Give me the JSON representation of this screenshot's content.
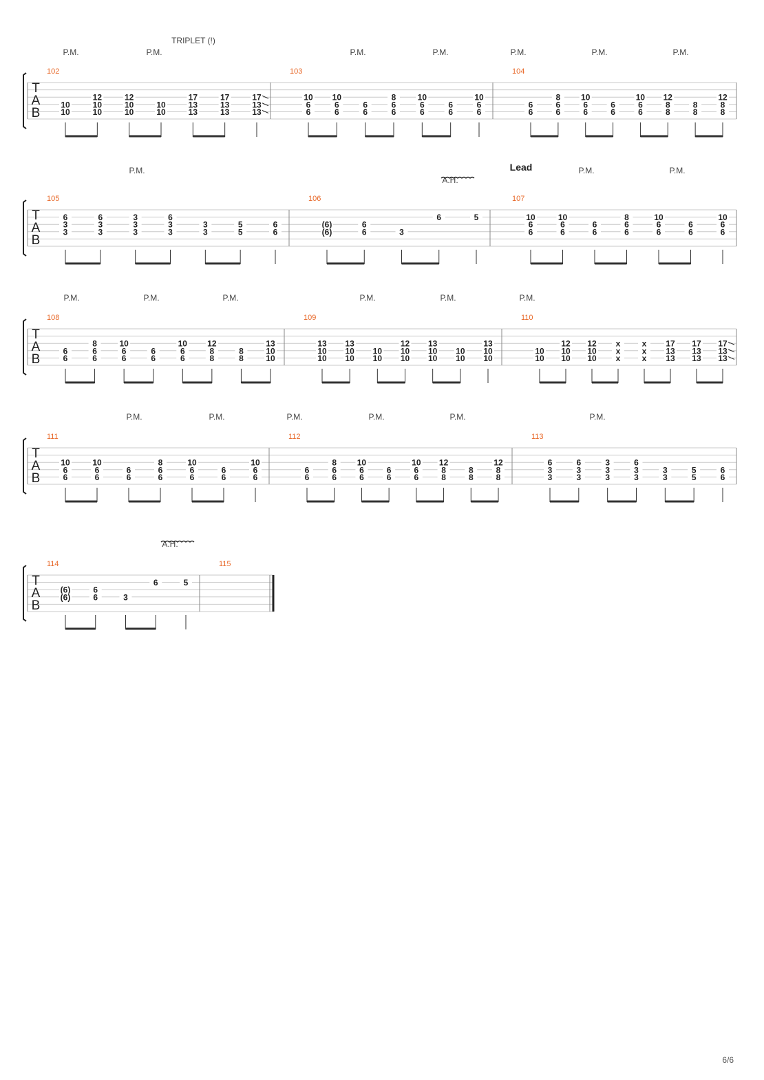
{
  "page": {
    "number_label": "6/6"
  },
  "tab_label": [
    "T",
    "A",
    "B"
  ],
  "systems": [
    {
      "bars": [
        {
          "number": "102",
          "pm": [
            "P.M.",
            "P.M."
          ],
          "annotation": "TRIPLET (!)",
          "notes": [
            {
              "frets": {
                "4": "10",
                "5": "10"
              }
            },
            {
              "frets": {
                "3": "12",
                "4": "10",
                "5": "10"
              }
            },
            {
              "frets": {
                "3": "12",
                "4": "10",
                "5": "10"
              }
            },
            {
              "frets": {
                "4": "10",
                "5": "10"
              }
            },
            {
              "frets": {
                "3": "17",
                "4": "13",
                "5": "13"
              }
            },
            {
              "frets": {
                "3": "17",
                "4": "13",
                "5": "13"
              }
            },
            {
              "frets": {
                "3": "17",
                "4": "13",
                "5": "13"
              },
              "slide": true
            }
          ]
        },
        {
          "number": "103",
          "pm": [
            "P.M.",
            "P.M."
          ],
          "notes": [
            {
              "frets": {
                "3": "10",
                "4": "6",
                "5": "6"
              }
            },
            {
              "frets": {
                "3": "10",
                "4": "6",
                "5": "6"
              }
            },
            {
              "frets": {
                "4": "6",
                "5": "6"
              }
            },
            {
              "frets": {
                "3": "8",
                "4": "6",
                "5": "6"
              }
            },
            {
              "frets": {
                "3": "10",
                "4": "6",
                "5": "6"
              }
            },
            {
              "frets": {
                "4": "6",
                "5": "6"
              }
            },
            {
              "frets": {
                "3": "10",
                "4": "6",
                "5": "6"
              }
            }
          ]
        },
        {
          "number": "104",
          "pm": [
            "P.M.",
            "P.M.",
            "P.M."
          ],
          "notes": [
            {
              "frets": {
                "4": "6",
                "5": "6"
              }
            },
            {
              "frets": {
                "3": "8",
                "4": "6",
                "5": "6"
              }
            },
            {
              "frets": {
                "3": "10",
                "4": "6",
                "5": "6"
              }
            },
            {
              "frets": {
                "4": "6",
                "5": "6"
              }
            },
            {
              "frets": {
                "3": "10",
                "4": "6",
                "5": "6"
              }
            },
            {
              "frets": {
                "3": "12",
                "4": "8",
                "5": "8"
              }
            },
            {
              "frets": {
                "4": "8",
                "5": "8"
              }
            },
            {
              "frets": {
                "3": "12",
                "4": "8",
                "5": "8"
              }
            }
          ]
        }
      ]
    },
    {
      "bars": [
        {
          "number": "105",
          "pm": [
            "P.M."
          ],
          "notes": [
            {
              "frets": {
                "2": "6",
                "3": "3",
                "4": "3"
              }
            },
            {
              "frets": {
                "2": "6",
                "3": "3",
                "4": "3"
              }
            },
            {
              "frets": {
                "2": "3",
                "3": "3",
                "4": "3"
              }
            },
            {
              "frets": {
                "2": "6",
                "3": "3",
                "4": "3"
              }
            },
            {
              "frets": {
                "3": "3",
                "4": "3"
              }
            },
            {
              "frets": {
                "3": "5",
                "4": "5"
              }
            },
            {
              "frets": {
                "3": "6",
                "4": "6"
              }
            }
          ]
        },
        {
          "number": "106",
          "annotation": "A.H.",
          "notes": [
            {
              "frets": {
                "3": "(6)",
                "4": "(6)"
              }
            },
            {
              "frets": {
                "3": "6",
                "4": "6"
              }
            },
            {
              "frets": {
                "4": "3"
              }
            },
            {
              "frets": {
                "2": "6"
              }
            },
            {
              "frets": {
                "2": "5"
              }
            }
          ]
        },
        {
          "number": "107",
          "pm": [
            "P.M.",
            "P.M."
          ],
          "section": "Lead",
          "notes": [
            {
              "frets": {
                "2": "10",
                "3": "6",
                "4": "6"
              }
            },
            {
              "frets": {
                "2": "10",
                "3": "6",
                "4": "6"
              }
            },
            {
              "frets": {
                "3": "6",
                "4": "6"
              }
            },
            {
              "frets": {
                "2": "8",
                "3": "6",
                "4": "6"
              }
            },
            {
              "frets": {
                "2": "10",
                "3": "6",
                "4": "6"
              }
            },
            {
              "frets": {
                "3": "6",
                "4": "6"
              }
            },
            {
              "frets": {
                "2": "10",
                "3": "6",
                "4": "6"
              }
            }
          ]
        }
      ]
    },
    {
      "bars": [
        {
          "number": "108",
          "pm": [
            "P.M.",
            "P.M.",
            "P.M."
          ],
          "notes": [
            {
              "frets": {
                "4": "6",
                "5": "6"
              }
            },
            {
              "frets": {
                "3": "8",
                "4": "6",
                "5": "6"
              }
            },
            {
              "frets": {
                "3": "10",
                "4": "6",
                "5": "6"
              }
            },
            {
              "frets": {
                "4": "6",
                "5": "6"
              }
            },
            {
              "frets": {
                "3": "10",
                "4": "6",
                "5": "6"
              }
            },
            {
              "frets": {
                "3": "12",
                "4": "8",
                "5": "8"
              }
            },
            {
              "frets": {
                "4": "8",
                "5": "8"
              }
            },
            {
              "frets": {
                "3": "13",
                "4": "10",
                "5": "10"
              }
            }
          ]
        },
        {
          "number": "109",
          "pm": [
            "P.M.",
            "P.M."
          ],
          "notes": [
            {
              "frets": {
                "3": "13",
                "4": "10",
                "5": "10"
              }
            },
            {
              "frets": {
                "3": "13",
                "4": "10",
                "5": "10"
              }
            },
            {
              "frets": {
                "4": "10",
                "5": "10"
              }
            },
            {
              "frets": {
                "3": "12",
                "4": "10",
                "5": "10"
              }
            },
            {
              "frets": {
                "3": "13",
                "4": "10",
                "5": "10"
              }
            },
            {
              "frets": {
                "4": "10",
                "5": "10"
              }
            },
            {
              "frets": {
                "3": "13",
                "4": "10",
                "5": "10"
              }
            }
          ]
        },
        {
          "number": "110",
          "pm": [
            "P.M."
          ],
          "notes": [
            {
              "frets": {
                "4": "10",
                "5": "10"
              }
            },
            {
              "frets": {
                "3": "12",
                "4": "10",
                "5": "10"
              }
            },
            {
              "frets": {
                "3": "12",
                "4": "10",
                "5": "10"
              }
            },
            {
              "frets": {
                "3": "x",
                "4": "x",
                "5": "x"
              }
            },
            {
              "frets": {
                "3": "x",
                "4": "x",
                "5": "x"
              }
            },
            {
              "frets": {
                "3": "17",
                "4": "13",
                "5": "13"
              }
            },
            {
              "frets": {
                "3": "17",
                "4": "13",
                "5": "13"
              }
            },
            {
              "frets": {
                "3": "17",
                "4": "13",
                "5": "13"
              },
              "slide": true
            }
          ]
        }
      ]
    },
    {
      "bars": [
        {
          "number": "111",
          "pm": [
            "P.M.",
            "P.M."
          ],
          "notes": [
            {
              "frets": {
                "3": "10",
                "4": "6",
                "5": "6"
              }
            },
            {
              "frets": {
                "3": "10",
                "4": "6",
                "5": "6"
              }
            },
            {
              "frets": {
                "4": "6",
                "5": "6"
              }
            },
            {
              "frets": {
                "3": "8",
                "4": "6",
                "5": "6"
              }
            },
            {
              "frets": {
                "3": "10",
                "4": "6",
                "5": "6"
              }
            },
            {
              "frets": {
                "4": "6",
                "5": "6"
              }
            },
            {
              "frets": {
                "3": "10",
                "4": "6",
                "5": "6"
              }
            }
          ]
        },
        {
          "number": "112",
          "pm": [
            "P.M.",
            "P.M.",
            "P.M."
          ],
          "notes": [
            {
              "frets": {
                "4": "6",
                "5": "6"
              }
            },
            {
              "frets": {
                "3": "8",
                "4": "6",
                "5": "6"
              }
            },
            {
              "frets": {
                "3": "10",
                "4": "6",
                "5": "6"
              }
            },
            {
              "frets": {
                "4": "6",
                "5": "6"
              }
            },
            {
              "frets": {
                "3": "10",
                "4": "6",
                "5": "6"
              }
            },
            {
              "frets": {
                "3": "12",
                "4": "8",
                "5": "8"
              }
            },
            {
              "frets": {
                "4": "8",
                "5": "8"
              }
            },
            {
              "frets": {
                "3": "12",
                "4": "8",
                "5": "8"
              }
            }
          ]
        },
        {
          "number": "113",
          "pm": [
            "P.M."
          ],
          "notes": [
            {
              "frets": {
                "3": "6",
                "4": "3",
                "5": "3"
              }
            },
            {
              "frets": {
                "3": "6",
                "4": "3",
                "5": "3"
              }
            },
            {
              "frets": {
                "3": "3",
                "4": "3",
                "5": "3"
              }
            },
            {
              "frets": {
                "3": "6",
                "4": "3",
                "5": "3"
              }
            },
            {
              "frets": {
                "4": "3",
                "5": "3"
              }
            },
            {
              "frets": {
                "4": "5",
                "5": "5"
              }
            },
            {
              "frets": {
                "4": "6",
                "5": "6"
              }
            }
          ]
        }
      ]
    },
    {
      "bars": [
        {
          "number": "114",
          "annotation": "A.H.",
          "notes": [
            {
              "frets": {
                "3": "(6)",
                "4": "(6)"
              }
            },
            {
              "frets": {
                "3": "6",
                "4": "6"
              }
            },
            {
              "frets": {
                "4": "3"
              }
            },
            {
              "frets": {
                "2": "6"
              }
            },
            {
              "frets": {
                "2": "5"
              }
            }
          ]
        },
        {
          "number": "115",
          "notes": []
        }
      ]
    }
  ]
}
